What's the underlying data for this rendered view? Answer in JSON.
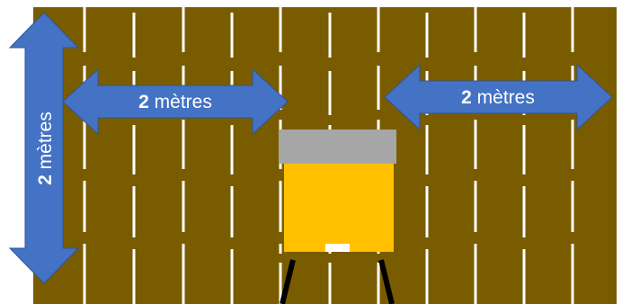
{
  "colors": {
    "background": "#ffffff",
    "fence": "#7a5c00",
    "fence_gaps": "#ffffff",
    "arrow_fill": "#4472c4",
    "arrow_stroke": "#2f5597",
    "label_text": "#ffffff",
    "hive_roof": "#a6a6a6",
    "hive_body": "#ffc000",
    "hive_entrance": "#ffffff",
    "stand": "#000000"
  },
  "arrows": {
    "vertical": {
      "number": "2",
      "unit": " mètres"
    },
    "left_horizontal": {
      "number": "2",
      "unit": " mètres"
    },
    "right_horizontal": {
      "number": "2",
      "unit": " mètres"
    }
  }
}
